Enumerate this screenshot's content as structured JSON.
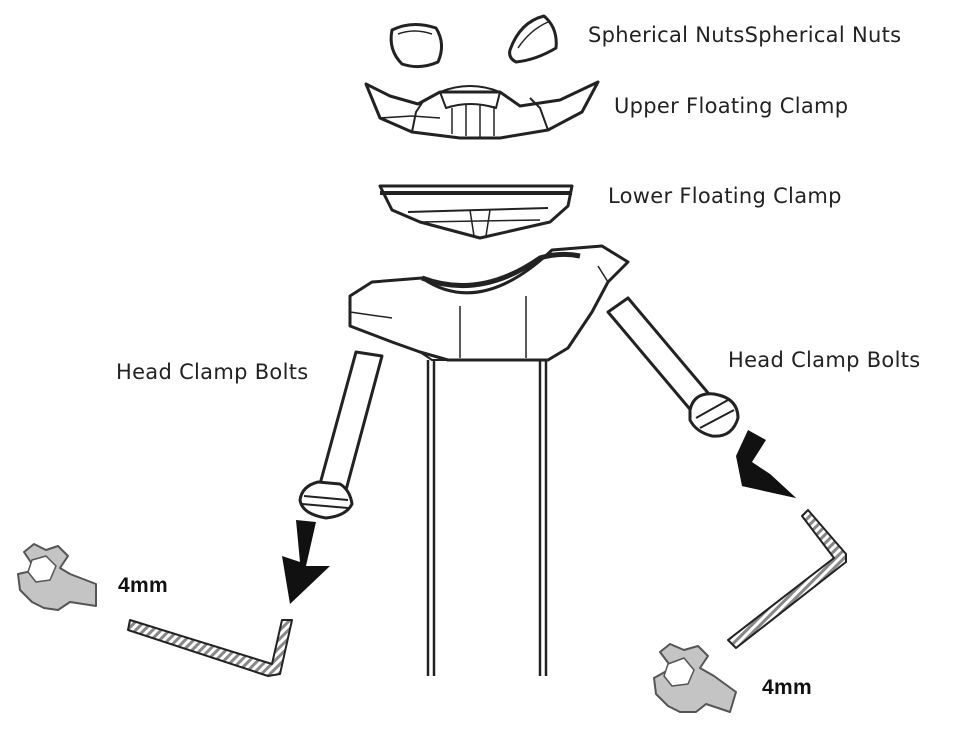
{
  "labels": {
    "spherical_nuts": "Spherical NutsSpherical Nuts",
    "upper_clamp": "Upper Floating Clamp",
    "lower_clamp": "Lower Floating Clamp",
    "head_bolts_left": "Head Clamp Bolts",
    "head_bolts_right": "Head Clamp Bolts",
    "tool_size_left": "4mm",
    "tool_size_right": "4mm"
  },
  "colors": {
    "line": "#222222",
    "arrow": "#111111",
    "wrench_fill": "#c4c4c4",
    "hex_key_stripe": "#888888"
  },
  "icons": [
    "spherical-nut-icon",
    "upper-floating-clamp-icon",
    "lower-floating-clamp-icon",
    "seatpost-head-icon",
    "head-clamp-bolt-icon",
    "down-arrow-icon",
    "wrench-icon",
    "hex-key-icon"
  ]
}
